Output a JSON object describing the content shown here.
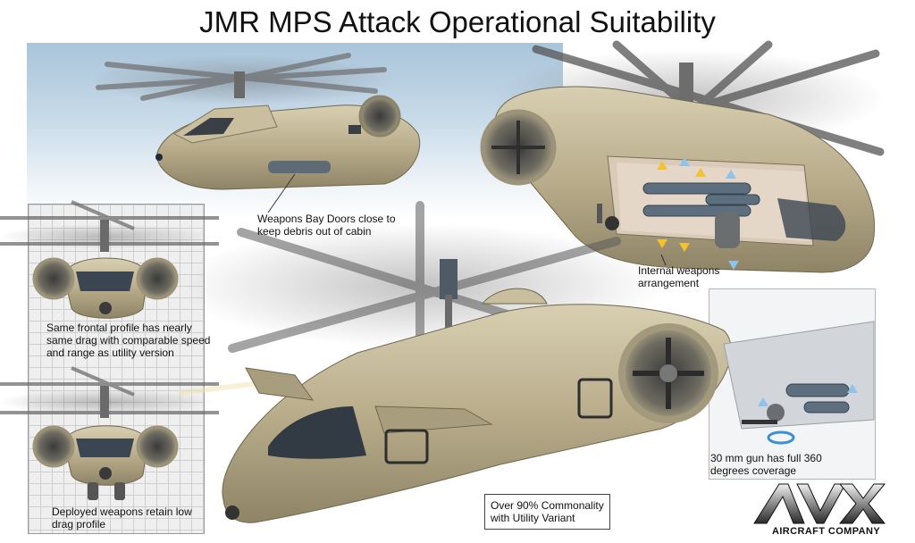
{
  "title": "JMR MPS Attack Operational Suitability",
  "captions": {
    "weapons_bay_doors": [
      "Weapons Bay Doors close to",
      "keep debris out of cabin"
    ],
    "internal_weapons": [
      "Internal weapons",
      "arrangement"
    ],
    "frontal_profile": [
      "Same frontal profile has nearly",
      "same drag with comparable speed",
      "and range as utility version"
    ],
    "deployed_weapons": [
      "Deployed weapons retain low",
      "drag profile"
    ],
    "commonality": [
      "Over 90% Commonality",
      "with Utility Variant"
    ],
    "gun_coverage": [
      "30 mm gun has full 360",
      "degrees coverage"
    ]
  },
  "logo": {
    "mark": "AVX",
    "name": "AIRCRAFT COMPANY"
  },
  "colors": {
    "airframe": "#b9ad8b",
    "airframe_shadow": "#8e8466",
    "sky": "#a9c4da",
    "grid_bg": "#efefef",
    "rotor": "#7a7a7a"
  },
  "icons": [
    "helicopter-illustration",
    "rotor-blur",
    "ducted-fan",
    "weapons-pod",
    "grid-backdrop",
    "avx-logo"
  ]
}
